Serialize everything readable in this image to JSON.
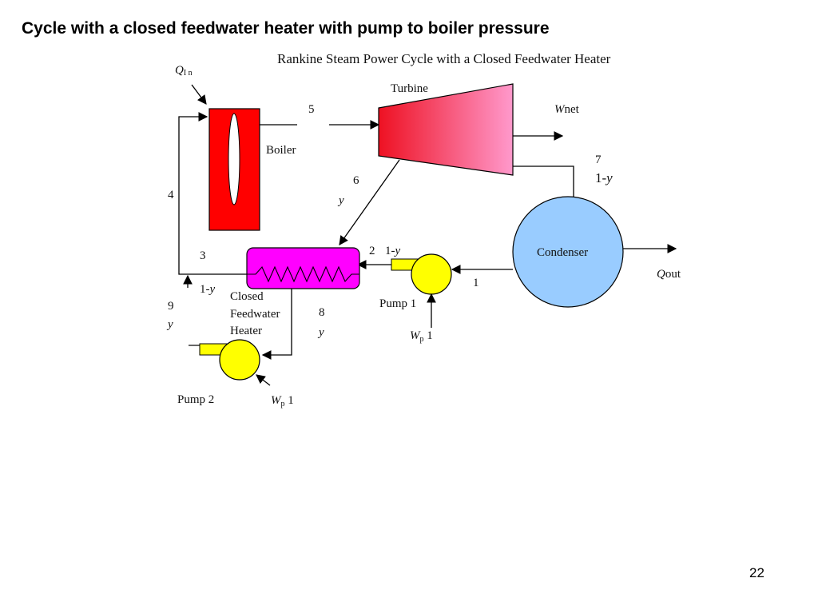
{
  "slide": {
    "title": "Cycle with a closed feedwater heater with pump to boiler pressure",
    "page_number": "22"
  },
  "diagram": {
    "title": "Rankine Steam Power Cycle with a Closed Feedwater Heater",
    "components": {
      "turbine": "Turbine",
      "boiler": "Boiler",
      "condenser": "Condenser",
      "heater": [
        "Closed",
        "Feedwater",
        "Heater"
      ],
      "pump1": "Pump 1",
      "pump2": "Pump 2"
    },
    "energy_labels": {
      "q_in": {
        "sym": "Q",
        "sub": "I n"
      },
      "w_net": {
        "sym": "W",
        "rest": "net"
      },
      "q_out": {
        "sym": "Q",
        "rest": "out"
      },
      "w_p1": {
        "sym": "W",
        "sub": "p",
        "rest": " 1"
      },
      "w_p2": {
        "sym": "W",
        "sub": "p",
        "rest": " 1"
      }
    },
    "states": {
      "s1": "1",
      "s2": "2",
      "s3": "3",
      "s4": "4",
      "s5": "5",
      "s6": "6",
      "s7": "7",
      "s8": "8",
      "s9": "9"
    },
    "fractions": {
      "y": "y",
      "one_minus": "1-",
      "y_italic": "y"
    },
    "colors": {
      "boiler": "#ff0000",
      "turbine_start": "#ee1122",
      "turbine_end": "#ff99cc",
      "condenser": "#99ccff",
      "heater": "#ff00ff",
      "pump": "#ffff00"
    }
  }
}
